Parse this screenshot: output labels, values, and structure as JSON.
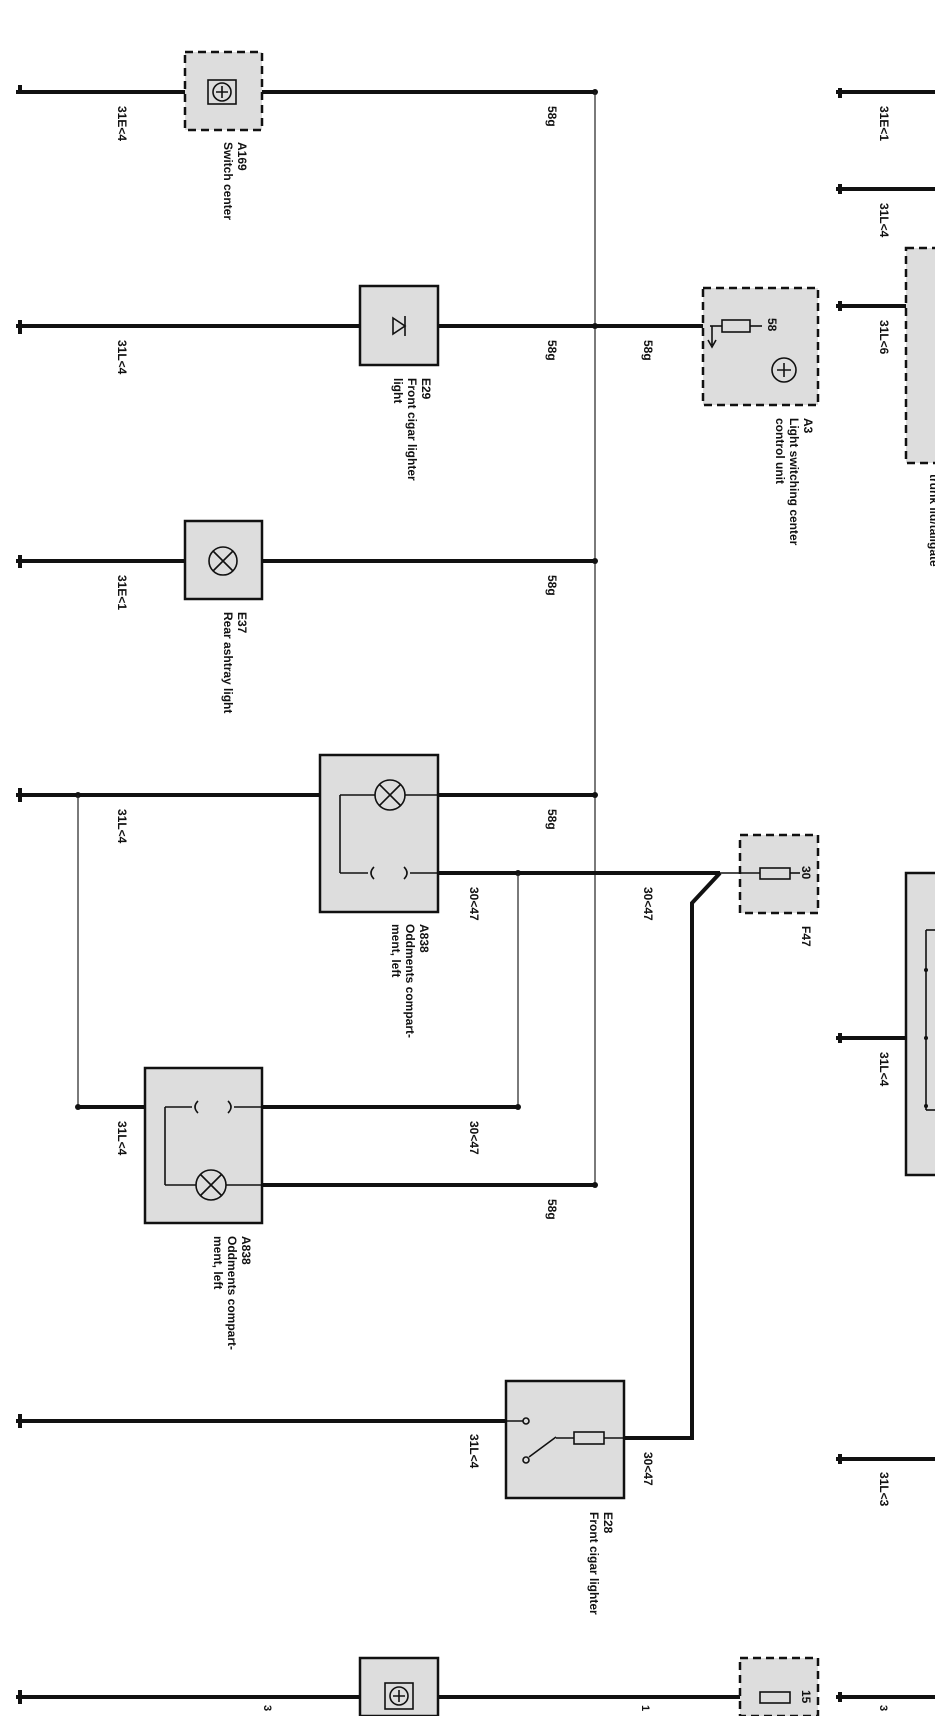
{
  "wires": {
    "w1_ground": "31E<4",
    "w1_supply": "58g",
    "w2_ground": "31L<4",
    "w2_supply": "58g",
    "w2_feed": "58g",
    "w3_ground": "31E<1",
    "w3_supply": "58g",
    "w4_ground": "31L<4",
    "w4_supply": "58g",
    "w5_switch": "30<47",
    "w5_feed": "30<47",
    "w6_ground": "31L<4",
    "w6_switch": "30<47",
    "w7_supply": "58g",
    "w8_ground": "31L<4",
    "w8_feed": "30<47",
    "w9_ground": "3",
    "w9_mid": "1",
    "w9_right": "3",
    "right_w1": "31E<1",
    "right_w2": "31L<4",
    "right_w3": "31L<6",
    "right_w4": "31L<4",
    "right_w5": "31L<3"
  },
  "components": {
    "a169": {
      "id": "A169",
      "name": "Switch center"
    },
    "e29": {
      "id": "E29",
      "name_line1": "Front cigar lighter",
      "name_line2": "light"
    },
    "a3": {
      "id": "A3",
      "name_line1": "Light switching center",
      "name_line2": "control unit",
      "pin": "58"
    },
    "trunk": {
      "name": "trunk lid/tailgate"
    },
    "e37": {
      "id": "E37",
      "name": "Rear ashtray light"
    },
    "a838_upper": {
      "id": "A838",
      "name_line1": "Oddments compart-",
      "name_line2": "ment, left"
    },
    "f47": {
      "id": "F47",
      "pin": "30"
    },
    "a838_lower": {
      "id": "A838",
      "name_line1": "Oddments compart-",
      "name_line2": "ment, left"
    },
    "e28": {
      "id": "E28",
      "name": "Front cigar lighter"
    },
    "fuse_bottom": {
      "pin": "15"
    }
  }
}
